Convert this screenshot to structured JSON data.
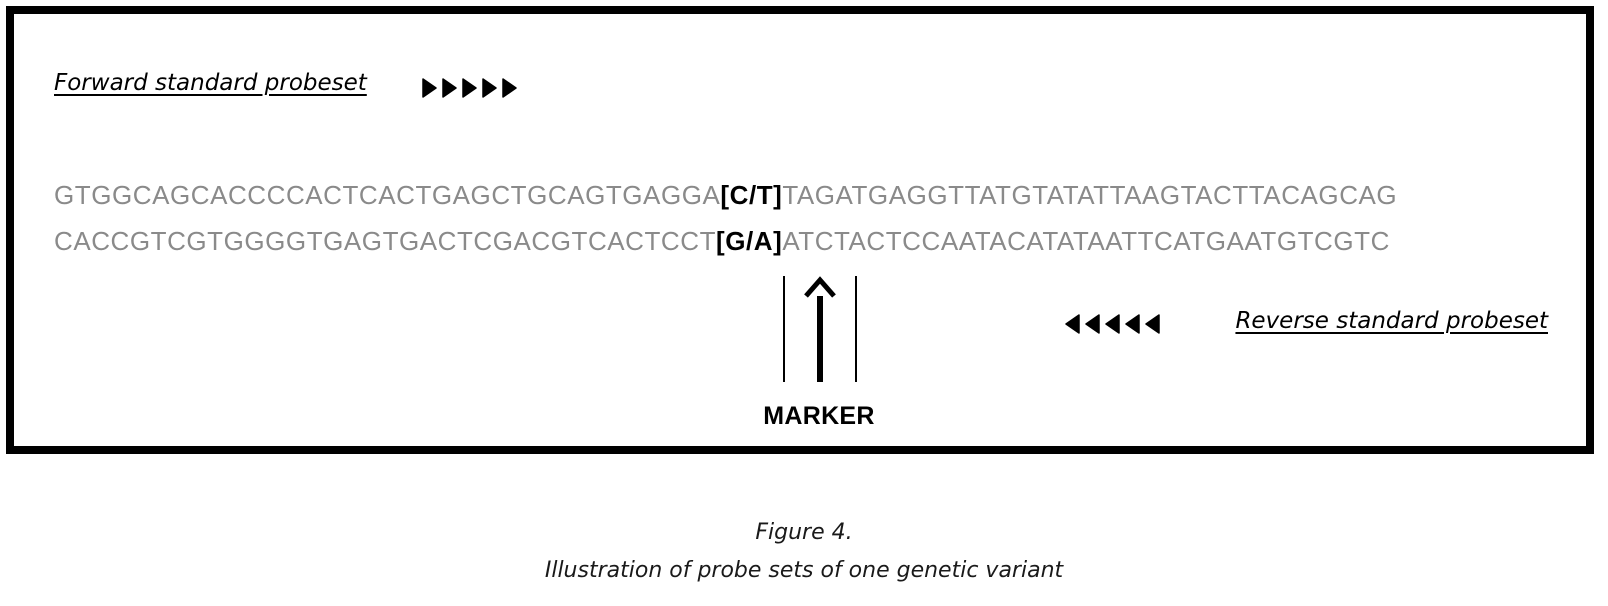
{
  "diagram": {
    "forward_label": "Forward standard probeset",
    "reverse_label": "Reverse standard probeset",
    "forward_arrow_icon": "right-triangle-icon",
    "reverse_arrow_icon": "left-triangle-icon",
    "forward_arrow_count": 5,
    "reverse_arrow_count": 5,
    "sequence_top": {
      "left": "GTGGCAGCACCCCACTCACTGAGCTGCAGTGAGGA",
      "allele": "[C/T]",
      "right": "TAGATGAGGTTATGTATATTAAGTACTTACAGCAG"
    },
    "sequence_bottom": {
      "left": "CACCGTCGTGGGGTGAGTGACTCGACGTCACTCCT",
      "allele": "[G/A]",
      "right": "ATCTACTCCAATACATATAATTCATGAATGTCGTC"
    },
    "marker_label": "MARKER",
    "marker_icon": "up-arrow-icon"
  },
  "caption": {
    "line1": "Figure 4.",
    "line2": "Illustration of probe sets of one genetic variant"
  },
  "colors": {
    "sequence_text": "#8a8a8a",
    "allele_text": "#000000",
    "frame_border": "#000000"
  }
}
